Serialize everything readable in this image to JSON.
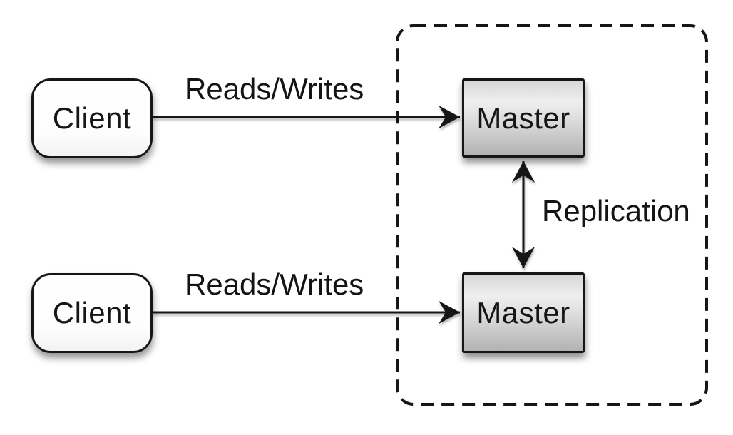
{
  "diagram": {
    "nodes": {
      "client_top": {
        "label": "Client"
      },
      "client_bottom": {
        "label": "Client"
      },
      "master_top": {
        "label": "Master"
      },
      "master_bottom": {
        "label": "Master"
      }
    },
    "edges": {
      "reads_writes_top": {
        "label": "Reads/Writes",
        "from": "client_top",
        "to": "master_top",
        "direction": "one-way"
      },
      "reads_writes_bottom": {
        "label": "Reads/Writes",
        "from": "client_bottom",
        "to": "master_bottom",
        "direction": "one-way"
      },
      "replication": {
        "label": "Replication",
        "from": "master_top",
        "to": "master_bottom",
        "direction": "two-way"
      }
    },
    "cluster": {
      "contains": [
        "master_top",
        "master_bottom"
      ],
      "border_style": "dashed"
    },
    "colors": {
      "background": "#ffffff",
      "stroke": "#161616",
      "client_fill": "#ffffff",
      "master_fill_light": "#efefef",
      "master_fill_dark": "#b2b2b2"
    }
  }
}
